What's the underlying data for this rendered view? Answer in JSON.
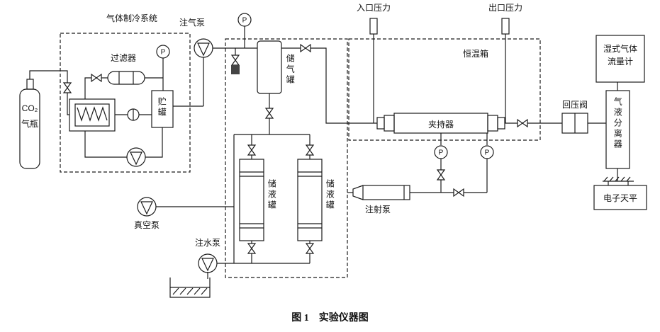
{
  "figure": {
    "caption_no": "图 1",
    "caption_title": "实验仪器图"
  },
  "labels": {
    "refrigeration_system": "气体制冷系统",
    "co2": "CO₂",
    "gas_cylinder": "气瓶",
    "filter": "过滤器",
    "buffer_tank": "贮罐",
    "gas_injection_pump": "注气泵",
    "gas_storage_tank": "储气罐",
    "pressure_gauge": "P",
    "inlet_pressure": "入口压力",
    "outlet_pressure": "出口压力",
    "thermostat_chamber": "恒温箱",
    "core_holder": "夹持器",
    "back_pressure_valve": "回压阀",
    "wet_gas_flow_meter": "湿式气体流量计",
    "gas_liquid_separator": "气液分离器",
    "electronic_balance": "电子天平",
    "liquid_storage_tank": "储液罐",
    "syringe_pump": "注射泵",
    "vacuum_pump": "真空泵",
    "water_injection_pump": "注水泵"
  },
  "colors": {
    "line": "#1a1a1a",
    "background": "#ffffff"
  }
}
